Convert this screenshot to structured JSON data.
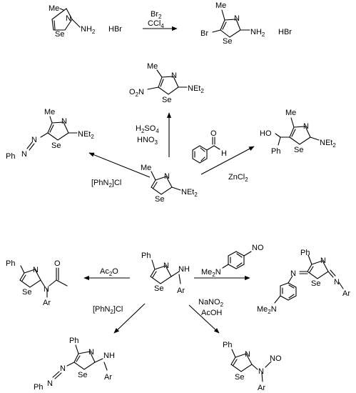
{
  "molecules": {
    "m1": {
      "me": "Me",
      "n": "N",
      "se": "Se",
      "amine": "NH",
      "amine_sub": "2",
      "salt": "HBr"
    },
    "m2": {
      "me": "Me",
      "n": "N",
      "se": "Se",
      "br": "Br",
      "amine": "NH",
      "amine_sub": "2",
      "salt": "HBr"
    },
    "nitro": {
      "me": "Me",
      "n": "N",
      "se": "Se",
      "no2": "O",
      "no2_n": "N",
      "no2_sub": "2",
      "net": "NEt",
      "net_sub": "2"
    },
    "azo": {
      "me": "Me",
      "n": "N",
      "se": "Se",
      "azo_n1": "N",
      "azo_n2": "N",
      "ph": "Ph",
      "net": "NEt",
      "net_sub": "2"
    },
    "center": {
      "me": "Me",
      "n": "N",
      "se": "Se",
      "net": "NEt",
      "net_sub": "2"
    },
    "carbinol": {
      "me": "Me",
      "n": "N",
      "se": "Se",
      "ho": "HO",
      "ph": "Ph",
      "net": "NEt",
      "net_sub": "2"
    },
    "aryl_center": {
      "ph": "Ph",
      "n": "N",
      "se": "Se",
      "nh": "NH",
      "ar": "Ar"
    },
    "acetyl": {
      "ph": "Ph",
      "n": "N",
      "se": "Se",
      "nam": "N",
      "ar": "Ar",
      "o": "O"
    },
    "imine": {
      "ph": "Ph",
      "n": "N",
      "se": "Se",
      "n_exo": "N",
      "ar": "Ar",
      "n_aryl": "N",
      "nme2": "Me",
      "nme2_sub": "2",
      "nme2_n": "N"
    },
    "aryl_azo": {
      "ph": "Ph",
      "n": "N",
      "se": "Se",
      "nh": "NH",
      "ar": "Ar",
      "azo_n1": "N",
      "azo_n2": "N",
      "ph2": "Ph"
    },
    "nitroso": {
      "ph": "Ph",
      "n": "N",
      "se": "Se",
      "nno": "N",
      "no": "NO",
      "ar": "Ar"
    }
  },
  "reagents": {
    "br2": "Br",
    "br2_sub": "2",
    "ccl4": "CCl",
    "ccl4_sub": "4",
    "h2so4_a": "H",
    "h2so4_sub1": "2",
    "h2so4_b": "SO",
    "h2so4_sub2": "4",
    "hno3": "HNO",
    "hno3_sub": "3",
    "phn2cl_a": "[PhN",
    "phn2cl_sub": "2",
    "phn2cl_b": "]Cl",
    "benzaldehyde_o": "O",
    "benzaldehyde_h": "H",
    "zncl2": "ZnCl",
    "zncl2_sub": "2",
    "ac2o": "Ac",
    "ac2o_sub": "2",
    "ac2o_b": "O",
    "nitroso_reagent_me2n": "Me",
    "nitroso_reagent_sub": "2",
    "nitroso_reagent_n": "N",
    "nitroso_reagent_no": "NO",
    "phn2cl2_a": "[PhN",
    "phn2cl2_sub": "2",
    "phn2cl2_b": "]Cl",
    "nano2": "NaNO",
    "nano2_sub": "2",
    "acoh": "AcOH"
  }
}
